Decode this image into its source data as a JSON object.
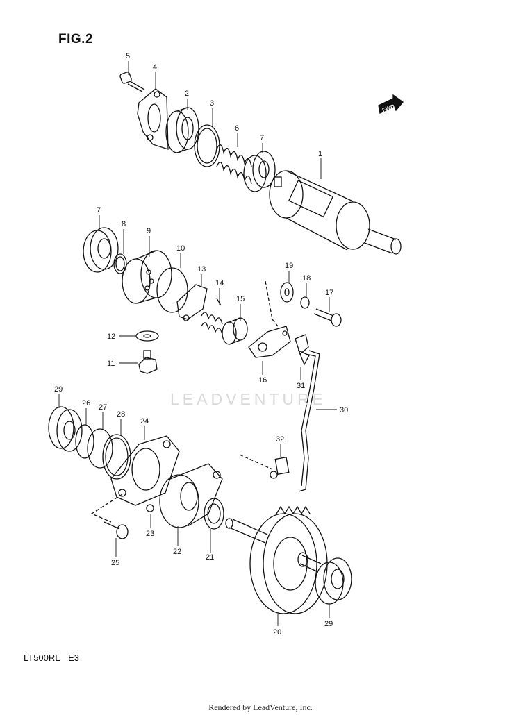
{
  "figure": {
    "title": "FIG.2"
  },
  "model": {
    "code": "LT500RL",
    "region": "E3"
  },
  "watermark": "LEADVENTURE",
  "credit": "Rendered by LeadVenture, Inc.",
  "direction_marker": "FWD",
  "callouts": [
    "1",
    "2",
    "3",
    "4",
    "5",
    "6",
    "7",
    "7",
    "8",
    "9",
    "10",
    "11",
    "12",
    "13",
    "14",
    "15",
    "16",
    "17",
    "18",
    "19",
    "20",
    "21",
    "22",
    "23",
    "24",
    "25",
    "26",
    "27",
    "28",
    "29",
    "29",
    "30",
    "31",
    "32"
  ],
  "colors": {
    "line": "#111111",
    "paper": "#ffffff",
    "watermark": "#d9d9d9"
  }
}
